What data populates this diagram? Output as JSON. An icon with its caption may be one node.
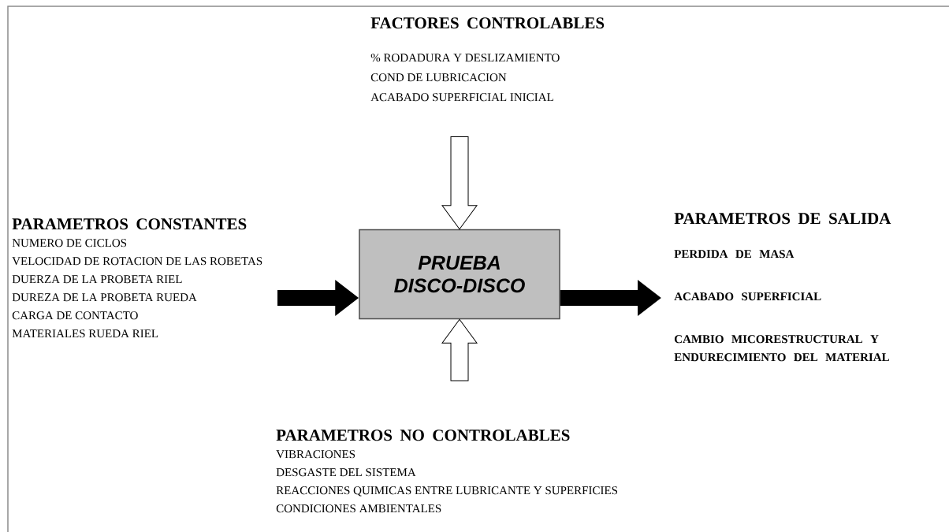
{
  "diagram": {
    "nodes": [
      {
        "text": [
          "PRUEBA DISCO-DISCO"
        ]
      },
      {
        "text": [
          "FACTORES CONTROLABLES",
          "% RODADURA Y DESLIZAMIENTO",
          "COND DE LUBRICACION",
          "ACABADO SUPERFICIAL INICIAL"
        ]
      },
      {
        "text": [
          "PARAMETROS CONSTANTES",
          "NUMERO DE CICLOS",
          "VELOCIDAD DE ROTACION DE LAS ROBETAS",
          "DUERZA DE LA PROBETA RIEL",
          "DUREZA DE LA PROBETA RUEDA",
          "CARGA DE CONTACTO",
          "MATERIALES RUEDA RIEL"
        ]
      },
      {
        "text": [
          "PARAMETROS DE SALIDA",
          "PERDIDA DE MASA",
          "ACABADO SUPERFICIAL",
          "CAMBIO MICORESTRUCTURAL Y ENDURECIMIENTO DEL MATERIAL"
        ]
      },
      {
        "text": [
          "PARAMETROS NO CONTROLABLES",
          "VIBRACIONES",
          "DESGASTE DEL SISTEMA",
          "REACCIONES QUIMICAS ENTRE LUBRICANTE Y SUPERFICIES",
          "CONDICIONES AMBIENTALES"
        ]
      }
    ],
    "edges": [
      {
        "from": 1,
        "to": 0,
        "arrow": "to"
      },
      {
        "from": 2,
        "to": 0,
        "arrow": "to"
      },
      {
        "from": 0,
        "to": 3,
        "arrow": "to"
      },
      {
        "from": 4,
        "to": 0,
        "arrow": "to"
      }
    ]
  }
}
